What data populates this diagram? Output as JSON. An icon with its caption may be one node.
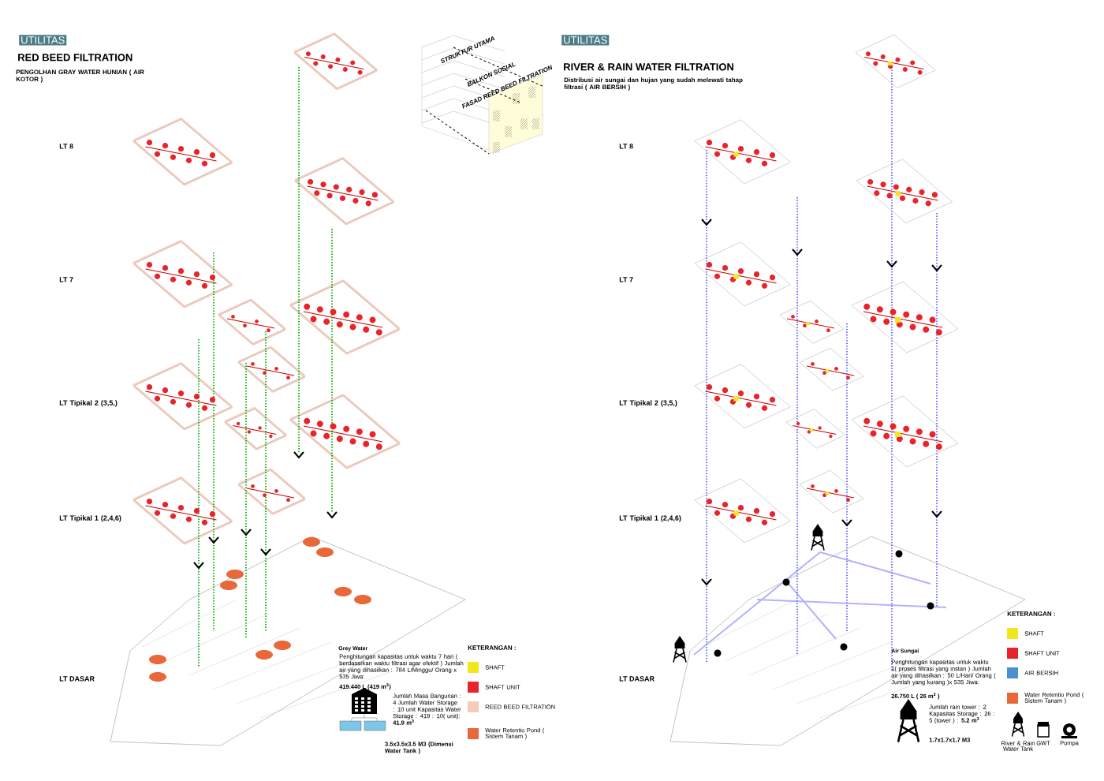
{
  "diagram": {
    "labels": [
      "UTILITAS",
      "RED BEED FILTRATION",
      "PENGOLHAN GRAY WATER HUNIAN ( AIR KOTOR )",
      "STRUKTUR UTAMA",
      "BALKON SOSIAL",
      "FASAD REED BEED FILTRATION",
      "LT 8",
      "LT 7",
      "LT Tipikal 2 (3,5,)",
      "LT Tipikal 1 (2,4,6)",
      "LT DASAR",
      "Grey Water",
      "Penghitungan kapasitas untuk waktu 7 hari ( berdasarkan waktu filtrasi agar efektif ) Jumlah air yang dihasilkan : 784 L/Minggu/ Orang x 535 Jiwa:",
      "419.440 L (419 m$^{3}$)",
      "Jumlah Masa Bangunan : 4 Jumlah Water Storage : 10 unit Kapasitas Water Storage : 419 : 10( unit): **41.9 m$^{3}$**",
      "3.5x3.5x3.5 M3 (Dimensi Water Tank )",
      "KETERANGAN :",
      "UTILITAS",
      "RIVER & RAIN WATER FILTRATION",
      "Distribusi air sungai dan hujan yang sudah melewati tahap filtrasi ( AIR BERSIH )",
      "LT 8",
      "LT 7",
      "LT Tipikal 2 (3,5,)",
      "LT Tipikal 1 (2,4,6)",
      "LT DASAR",
      "Air Sungai",
      "Penghitungan kapasitas untuk waktu 1( proses filtrasi yang instan ) Jumlah air yang dihasilkan : 50 L/Hari/ Orang ( Jumlah yang kurang )x 535 Jiwa:",
      "26.750 L ( 26 m$^{3}$ )",
      "Jumlah rain tower : 2 Kapasitas Storage : 26 : 5 (tower ) : **5.2 m$^{3}$**",
      "1.7x1.7x1.7 M3",
      "KETERANGAN :"
    ],
    "legend": [
      {
        "text": "SHAFT",
        "color": "#f2e61c"
      },
      {
        "text": "SHAFT UNIT",
        "color": "#e8242a"
      },
      {
        "text": "REED BEED FILTRATION",
        "color": "#f5cbbb"
      },
      {
        "text": "Water Retentio Pond ( Sistem Tanam )",
        "color": "#e8683a"
      },
      {
        "text": "SHAFT",
        "color": "#f2e61c"
      },
      {
        "text": "SHAFT UNIT",
        "color": "#e8242a"
      },
      {
        "text": "AIR BERSIH",
        "color": "#4a8fd0"
      },
      {
        "text": "Water Retentio Pond ( Sistem Tanam )",
        "color": "#e8683a"
      },
      {
        "text": "River & Rain Water Tank"
      },
      {
        "text": "GWT"
      },
      {
        "text": "Pompa"
      }
    ]
  }
}
